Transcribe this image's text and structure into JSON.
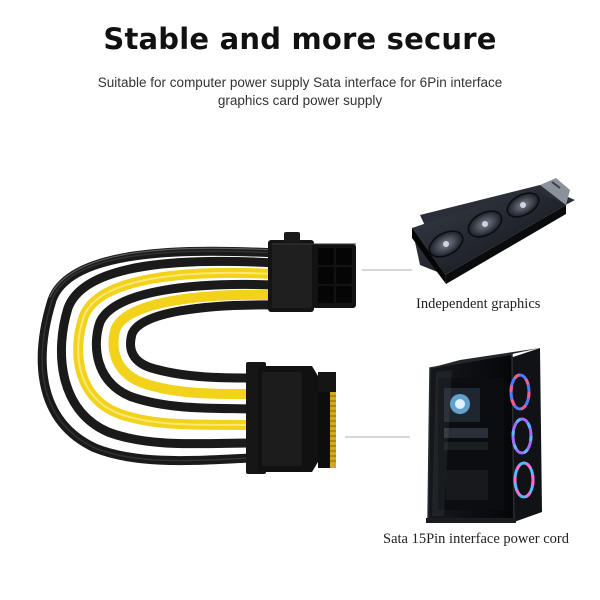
{
  "headline": "Stable and more secure",
  "description": {
    "line1": "Suitable for computer power supply Sata interface for 6Pin interface",
    "line2": "graphics card power supply"
  },
  "callouts": {
    "gpu_label": "Independent graphics",
    "sata_label": "Sata 15Pin interface power cord"
  },
  "colors": {
    "cable_black": "#1a1a1a",
    "cable_yellow": "#f2d21a",
    "connector_pins": "#d9a520",
    "led_ring": "#5ab8ff"
  }
}
